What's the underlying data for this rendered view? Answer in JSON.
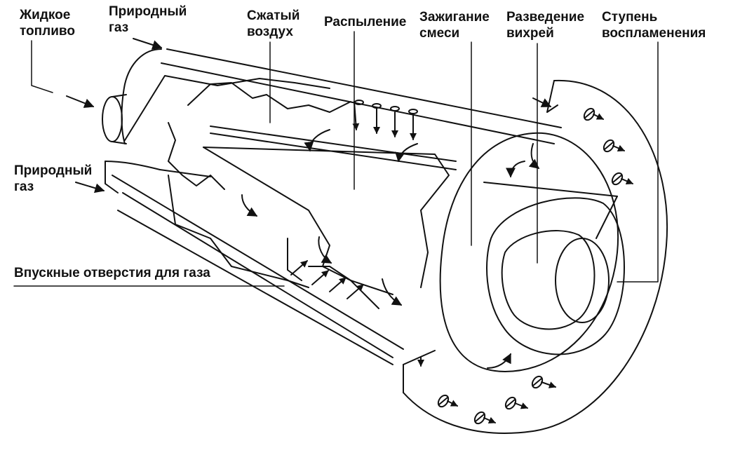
{
  "labels": {
    "liquid_fuel": [
      "Жидкое",
      "топливо"
    ],
    "natural_gas_top": [
      "Природный",
      "газ"
    ],
    "compressed_air": [
      "Сжатый",
      "воздух"
    ],
    "spraying": [
      "Распыление"
    ],
    "mixture_ignition": [
      "Зажигание",
      "смеси"
    ],
    "vortex_separation": [
      "Разведение",
      "вихрей"
    ],
    "ignition_stage": [
      "Ступень",
      "воспламенения"
    ],
    "natural_gas_side": [
      "Природный",
      "газ"
    ],
    "gas_inlets": [
      "Впускные отверстия для газа"
    ]
  },
  "colors": {
    "ink": "#111111",
    "paper": "#ffffff"
  }
}
